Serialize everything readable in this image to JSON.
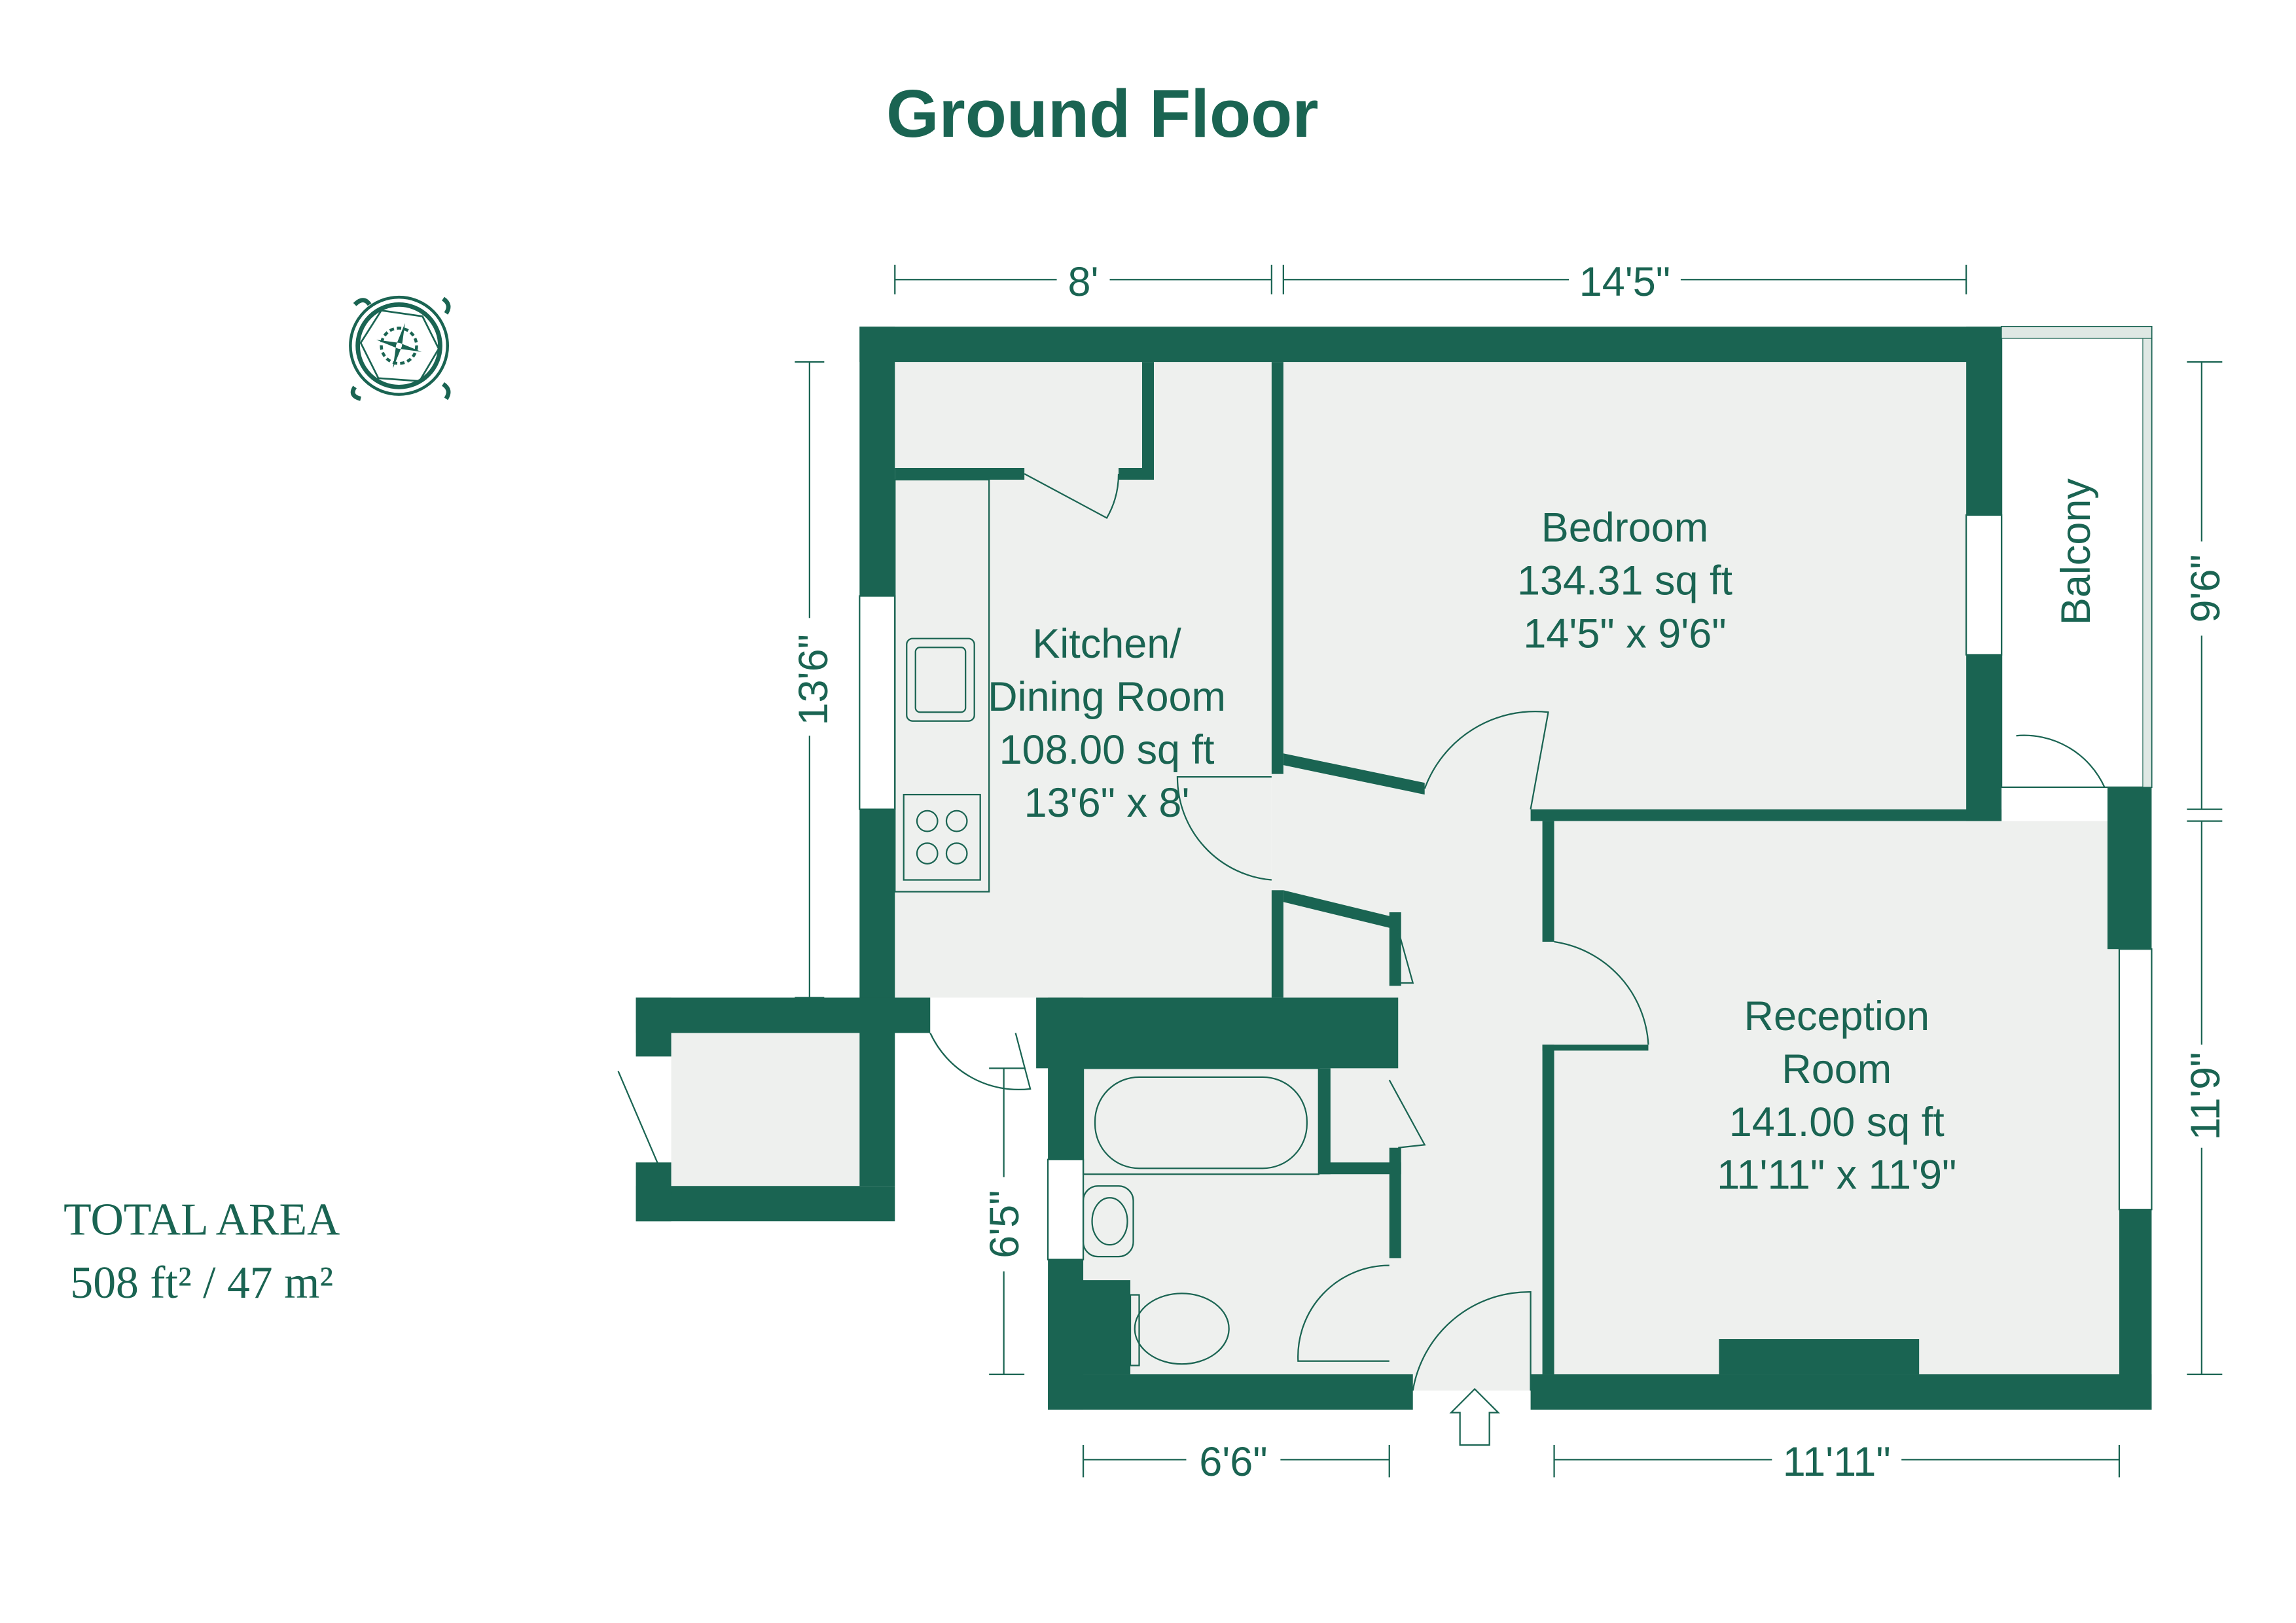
{
  "title": "Ground Floor",
  "total_area": {
    "label": "TOTAL AREA",
    "value": "508 ft² / 47 m²"
  },
  "rooms": {
    "kitchen": {
      "name_line1": "Kitchen/",
      "name_line2": "Dining Room",
      "area": "108.00 sq ft",
      "dims": "13'6\" x 8'"
    },
    "bedroom": {
      "name": "Bedroom",
      "area": "134.31 sq ft",
      "dims": "14'5\" x 9'6\""
    },
    "reception": {
      "name_line1": "Reception",
      "name_line2": "Room",
      "area": "141.00 sq ft",
      "dims": "11'11\" x 11'9\""
    },
    "balcony": {
      "name": "Balcony"
    }
  },
  "dimensions": {
    "top_left": "8'",
    "top_right": "14'5\"",
    "left": "13'6\"",
    "right_top": "9'6\"",
    "right_bottom": "11'9\"",
    "bath_left": "6'5\"",
    "bottom_left": "6'6\"",
    "bottom_right": "11'11\""
  },
  "colors": {
    "wall": "#1a6452",
    "floor": "#eef0ee"
  },
  "icons": {
    "compass": "compass-rose-icon",
    "entrance": "entrance-arrow-icon"
  }
}
